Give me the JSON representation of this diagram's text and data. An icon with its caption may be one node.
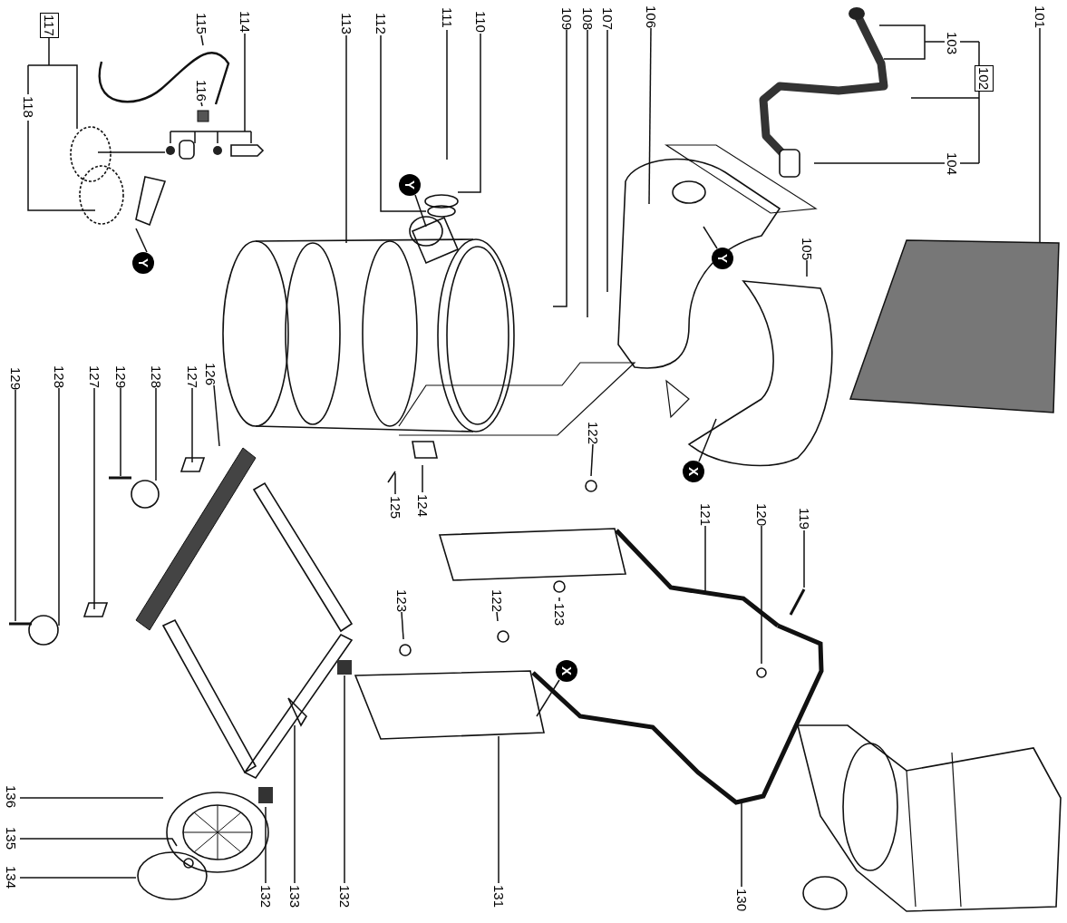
{
  "diagram": {
    "nodes": [
      {
        "text": [
          "117"
        ]
      },
      {
        "text": [
          "118"
        ]
      },
      {
        "text": [
          "115"
        ]
      },
      {
        "text": [
          "116"
        ]
      },
      {
        "text": [
          "114"
        ]
      },
      {
        "text": [
          "113"
        ]
      },
      {
        "text": [
          "112"
        ]
      },
      {
        "text": [
          "111"
        ]
      },
      {
        "text": [
          "110"
        ]
      },
      {
        "text": [
          "109"
        ]
      },
      {
        "text": [
          "108"
        ]
      },
      {
        "text": [
          "107"
        ]
      },
      {
        "text": [
          "106"
        ]
      },
      {
        "text": [
          "103"
        ]
      },
      {
        "text": [
          "102"
        ]
      },
      {
        "text": [
          "104"
        ]
      },
      {
        "text": [
          "101"
        ]
      },
      {
        "text": [
          "Y"
        ]
      },
      {
        "text": [
          "Y"
        ]
      },
      {
        "text": [
          "Y"
        ]
      },
      {
        "text": [
          "105"
        ]
      },
      {
        "text": [
          "129"
        ]
      },
      {
        "text": [
          "128"
        ]
      },
      {
        "text": [
          "127"
        ]
      },
      {
        "text": [
          "129"
        ]
      },
      {
        "text": [
          "128"
        ]
      },
      {
        "text": [
          "127"
        ]
      },
      {
        "text": [
          "126"
        ]
      },
      {
        "text": [
          "X"
        ]
      },
      {
        "text": [
          "124"
        ]
      },
      {
        "text": [
          "125"
        ]
      },
      {
        "text": [
          "122"
        ]
      },
      {
        "text": [
          "121"
        ]
      },
      {
        "text": [
          "120"
        ]
      },
      {
        "text": [
          "119"
        ]
      },
      {
        "text": [
          "123"
        ]
      },
      {
        "text": [
          "122"
        ]
      },
      {
        "text": [
          "123"
        ]
      },
      {
        "text": [
          "X"
        ]
      },
      {
        "text": [
          "136"
        ]
      },
      {
        "text": [
          "135"
        ]
      },
      {
        "text": [
          "134"
        ]
      },
      {
        "text": [
          "132"
        ]
      },
      {
        "text": [
          "133"
        ]
      },
      {
        "text": [
          "132"
        ]
      },
      {
        "text": [
          "131"
        ]
      },
      {
        "text": [
          "130"
        ]
      }
    ],
    "edges": [
      {
        "from": 0,
        "to": null,
        "arrow": "none"
      },
      {
        "from": 1,
        "to": null,
        "arrow": "none"
      },
      {
        "from": 2,
        "to": null,
        "arrow": "none"
      },
      {
        "from": 3,
        "to": null,
        "arrow": "none"
      },
      {
        "from": 4,
        "to": null,
        "arrow": "none"
      },
      {
        "from": 5,
        "to": null,
        "arrow": "none"
      },
      {
        "from": 6,
        "to": null,
        "arrow": "none"
      },
      {
        "from": 7,
        "to": null,
        "arrow": "none"
      },
      {
        "from": 8,
        "to": null,
        "arrow": "none"
      },
      {
        "from": 9,
        "to": null,
        "arrow": "none"
      },
      {
        "from": 10,
        "to": null,
        "arrow": "none"
      },
      {
        "from": 11,
        "to": null,
        "arrow": "none"
      },
      {
        "from": 12,
        "to": null,
        "arrow": "none"
      },
      {
        "from": 13,
        "to": null,
        "arrow": "none"
      },
      {
        "from": 14,
        "to": null,
        "arrow": "none"
      },
      {
        "from": 15,
        "to": null,
        "arrow": "none"
      },
      {
        "from": 16,
        "to": null,
        "arrow": "none"
      },
      {
        "from": 17,
        "to": null,
        "arrow": "none"
      },
      {
        "from": 18,
        "to": null,
        "arrow": "none"
      },
      {
        "from": 19,
        "to": null,
        "arrow": "none"
      },
      {
        "from": 20,
        "to": null,
        "arrow": "none"
      },
      {
        "from": 21,
        "to": null,
        "arrow": "none"
      },
      {
        "from": 22,
        "to": null,
        "arrow": "none"
      },
      {
        "from": 23,
        "to": null,
        "arrow": "none"
      },
      {
        "from": 24,
        "to": null,
        "arrow": "none"
      },
      {
        "from": 25,
        "to": null,
        "arrow": "none"
      },
      {
        "from": 26,
        "to": null,
        "arrow": "none"
      },
      {
        "from": 27,
        "to": null,
        "arrow": "none"
      },
      {
        "from": 28,
        "to": null,
        "arrow": "none"
      },
      {
        "from": 29,
        "to": null,
        "arrow": "none"
      },
      {
        "from": 30,
        "to": null,
        "arrow": "none"
      },
      {
        "from": 31,
        "to": null,
        "arrow": "none"
      },
      {
        "from": 32,
        "to": null,
        "arrow": "none"
      },
      {
        "from": 33,
        "to": null,
        "arrow": "none"
      },
      {
        "from": 34,
        "to": null,
        "arrow": "none"
      },
      {
        "from": 35,
        "to": null,
        "arrow": "none"
      },
      {
        "from": 36,
        "to": null,
        "arrow": "none"
      },
      {
        "from": 37,
        "to": null,
        "arrow": "none"
      },
      {
        "from": 38,
        "to": null,
        "arrow": "none"
      },
      {
        "from": 39,
        "to": null,
        "arrow": "none"
      },
      {
        "from": 40,
        "to": null,
        "arrow": "none"
      },
      {
        "from": 41,
        "to": null,
        "arrow": "none"
      },
      {
        "from": 42,
        "to": null,
        "arrow": "none"
      },
      {
        "from": 43,
        "to": null,
        "arrow": "none"
      },
      {
        "from": 44,
        "to": null,
        "arrow": "none"
      },
      {
        "from": 45,
        "to": null,
        "arrow": "none"
      },
      {
        "from": 46,
        "to": null,
        "arrow": "none"
      }
    ]
  }
}
